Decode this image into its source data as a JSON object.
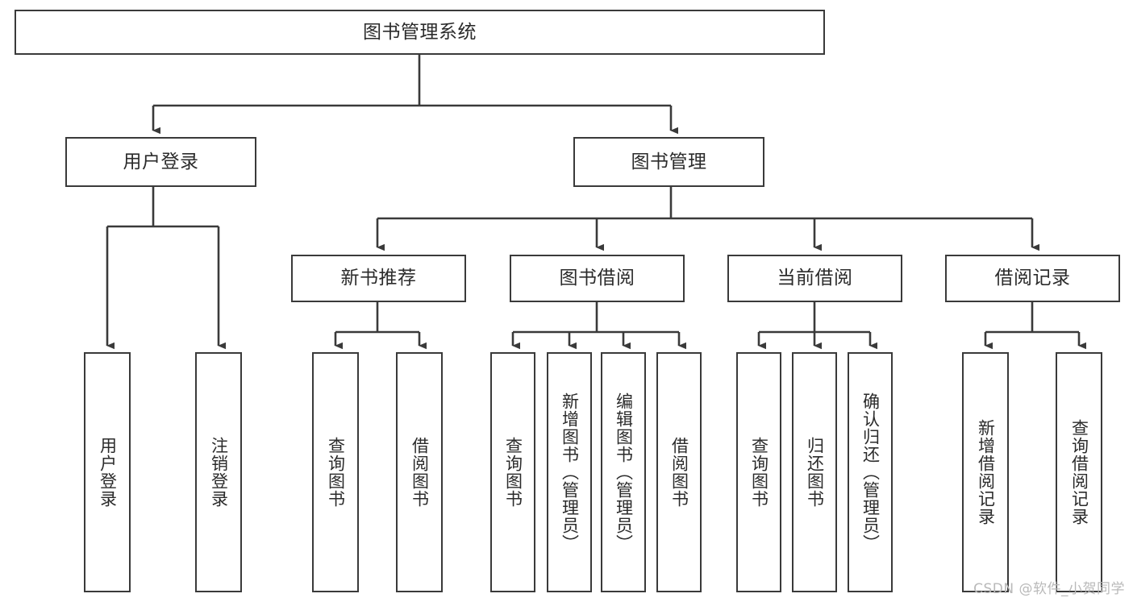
{
  "diagram": {
    "type": "hierarchy-tree",
    "title": "图书管理系统",
    "watermark": "CSDN @软件_小贺同学",
    "colors": {
      "background": "#ffffff",
      "box_border": "#3a3a3a",
      "text": "#2b2b2b",
      "edge": "#3a3a3a",
      "watermark": "#b9b9b9"
    },
    "nodes": {
      "root": {
        "label": "图书管理系统",
        "level": 1,
        "orientation": "horizontal"
      },
      "user_login": {
        "label": "用户登录",
        "level": 2,
        "orientation": "horizontal"
      },
      "book_manage": {
        "label": "图书管理",
        "level": 2,
        "orientation": "horizontal"
      },
      "new_book_rec": {
        "label": "新书推荐",
        "level": 3,
        "orientation": "horizontal"
      },
      "book_borrow": {
        "label": "图书借阅",
        "level": 3,
        "orientation": "horizontal"
      },
      "current_borrow": {
        "label": "当前借阅",
        "level": 3,
        "orientation": "horizontal"
      },
      "borrow_record": {
        "label": "借阅记录",
        "level": 3,
        "orientation": "horizontal"
      },
      "leaf_user_login": {
        "label": "用户登录",
        "level": 4,
        "orientation": "vertical"
      },
      "leaf_logout": {
        "label": "注销登录",
        "level": 4,
        "orientation": "vertical"
      },
      "leaf_query_book_1": {
        "label": "查询图书",
        "level": 4,
        "orientation": "vertical"
      },
      "leaf_borrow_book_1": {
        "label": "借阅图书",
        "level": 4,
        "orientation": "vertical"
      },
      "leaf_query_book_2": {
        "label": "查询图书",
        "level": 4,
        "orientation": "vertical"
      },
      "leaf_add_book": {
        "label": "新增图书（管理员）",
        "level": 4,
        "orientation": "vertical"
      },
      "leaf_edit_book": {
        "label": "编辑图书（管理员）",
        "level": 4,
        "orientation": "vertical"
      },
      "leaf_borrow_book_2": {
        "label": "借阅图书",
        "level": 4,
        "orientation": "vertical"
      },
      "leaf_query_book_3": {
        "label": "查询图书",
        "level": 4,
        "orientation": "vertical"
      },
      "leaf_return_book": {
        "label": "归还图书",
        "level": 4,
        "orientation": "vertical"
      },
      "leaf_confirm_return": {
        "label": "确认归还（管理员）",
        "level": 4,
        "orientation": "vertical"
      },
      "leaf_add_record": {
        "label": "新增借阅记录",
        "level": 4,
        "orientation": "vertical"
      },
      "leaf_query_record": {
        "label": "查询借阅记录",
        "level": 4,
        "orientation": "vertical"
      }
    },
    "edges": [
      {
        "from": "root",
        "to": "user_login"
      },
      {
        "from": "root",
        "to": "book_manage"
      },
      {
        "from": "user_login",
        "to": "leaf_user_login"
      },
      {
        "from": "user_login",
        "to": "leaf_logout"
      },
      {
        "from": "book_manage",
        "to": "new_book_rec"
      },
      {
        "from": "book_manage",
        "to": "book_borrow"
      },
      {
        "from": "book_manage",
        "to": "current_borrow"
      },
      {
        "from": "book_manage",
        "to": "borrow_record"
      },
      {
        "from": "new_book_rec",
        "to": "leaf_query_book_1"
      },
      {
        "from": "new_book_rec",
        "to": "leaf_borrow_book_1"
      },
      {
        "from": "book_borrow",
        "to": "leaf_query_book_2"
      },
      {
        "from": "book_borrow",
        "to": "leaf_add_book"
      },
      {
        "from": "book_borrow",
        "to": "leaf_edit_book"
      },
      {
        "from": "book_borrow",
        "to": "leaf_borrow_book_2"
      },
      {
        "from": "current_borrow",
        "to": "leaf_query_book_3"
      },
      {
        "from": "current_borrow",
        "to": "leaf_return_book"
      },
      {
        "from": "current_borrow",
        "to": "leaf_confirm_return"
      },
      {
        "from": "borrow_record",
        "to": "leaf_add_record"
      },
      {
        "from": "borrow_record",
        "to": "leaf_query_record"
      }
    ]
  }
}
